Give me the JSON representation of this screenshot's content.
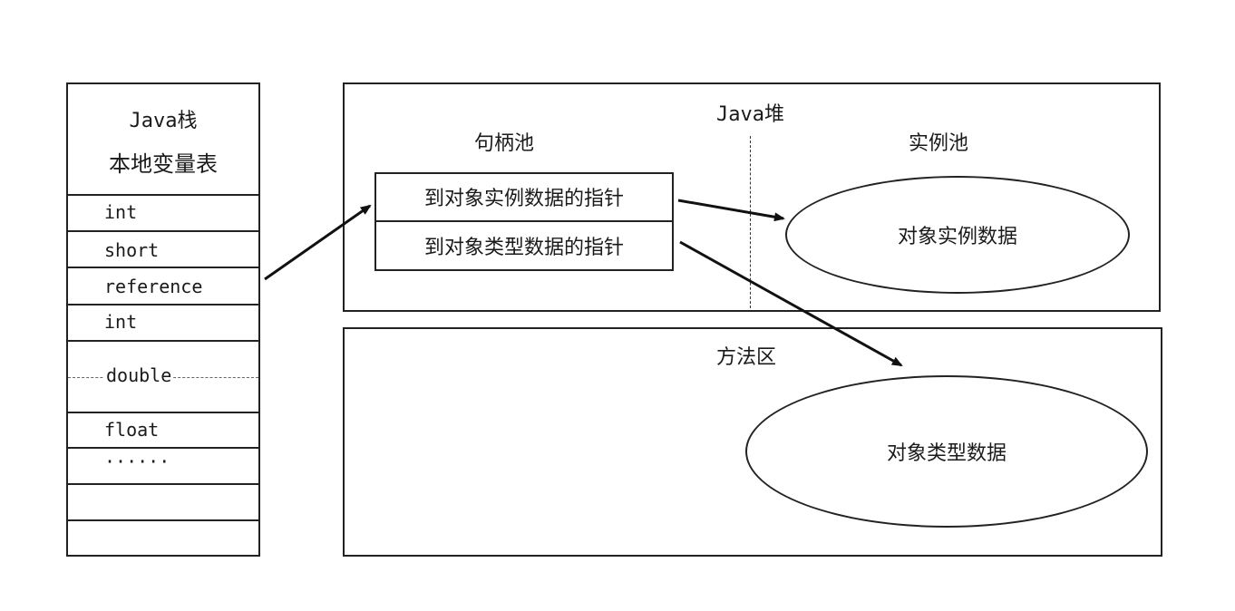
{
  "stack": {
    "title": "Java栈",
    "subtitle": "本地变量表",
    "slots": [
      "int",
      "short",
      "reference",
      "int",
      "double",
      "float",
      "······",
      "",
      ""
    ]
  },
  "heap": {
    "title": "Java堆",
    "handle_pool": {
      "title": "句柄池",
      "rows": [
        "到对象实例数据的指针",
        "到对象类型数据的指针"
      ]
    },
    "instance_pool": {
      "title": "实例池",
      "ellipse_label": "对象实例数据"
    }
  },
  "method_area": {
    "title": "方法区",
    "ellipse_label": "对象类型数据"
  }
}
